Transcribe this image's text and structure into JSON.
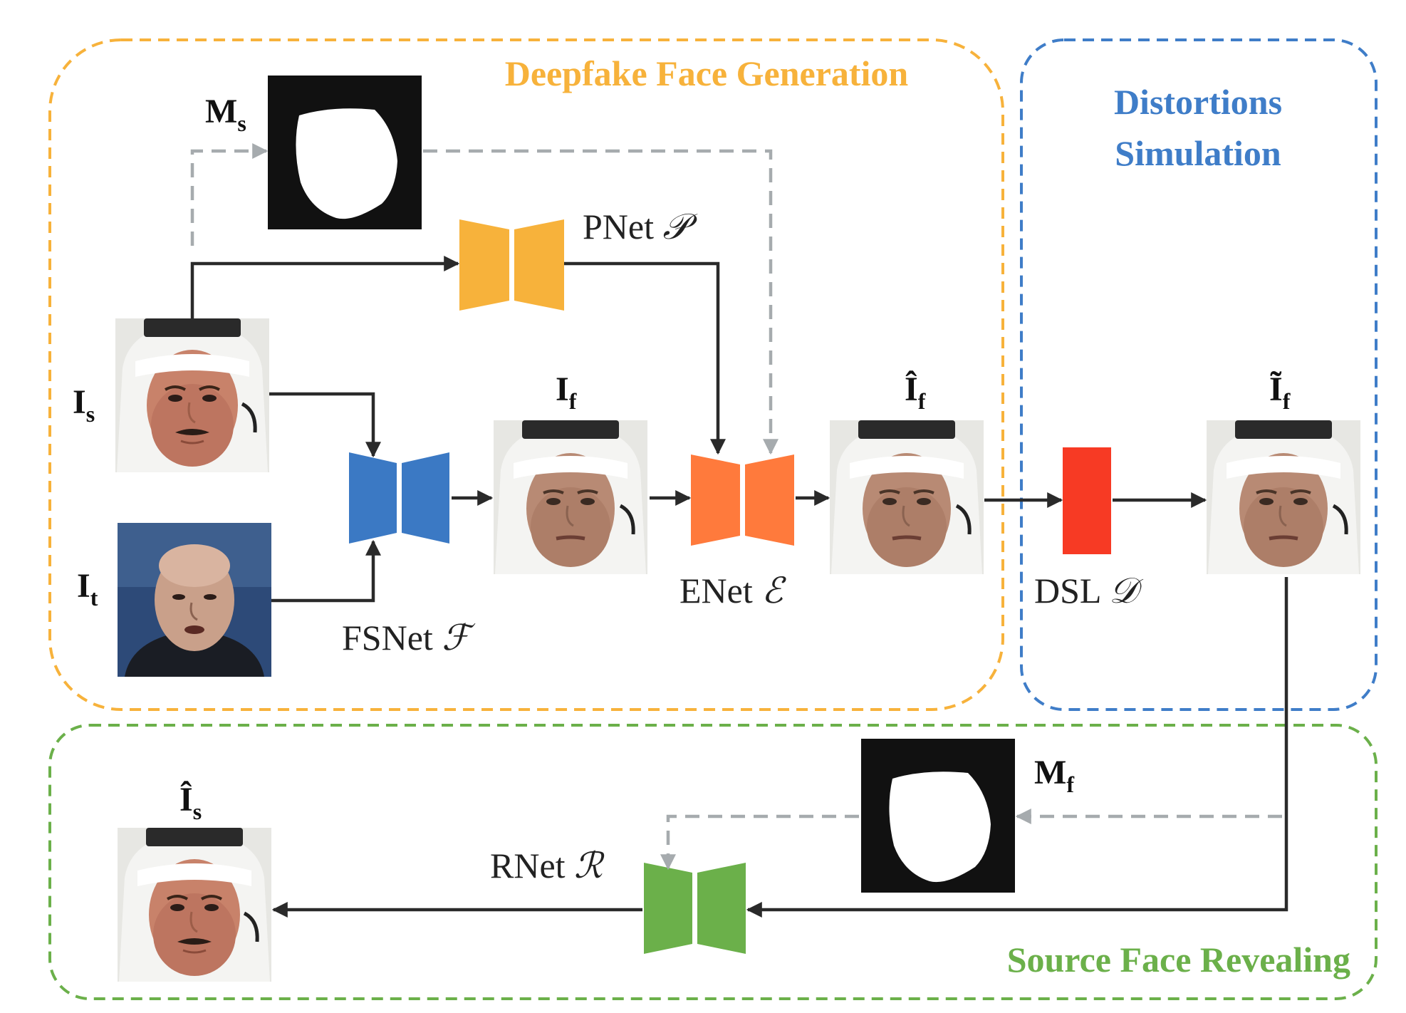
{
  "sections": {
    "generation": {
      "title": "Deepfake Face Generation",
      "color": "#F7B23B"
    },
    "distortion": {
      "title_line1": "Distortions",
      "title_line2": "Simulation",
      "color": "#3F7DC8"
    },
    "revealing": {
      "title": "Source Face Revealing",
      "color": "#6BB04A"
    }
  },
  "networks": {
    "pnet": {
      "label": "PNet",
      "symbol": "𝒫",
      "color": "#F7B23B",
      "icon": "encoder-decoder-icon"
    },
    "fsnet": {
      "label": "FSNet",
      "symbol": "ℱ",
      "color": "#3B79C4",
      "icon": "encoder-decoder-icon"
    },
    "enet": {
      "label": "ENet",
      "symbol": "ℰ",
      "color": "#FF7A3C",
      "icon": "encoder-decoder-icon"
    },
    "dsl": {
      "label": "DSL",
      "symbol": "𝒟",
      "color": "#F73A24",
      "icon": "distortion-layer-icon"
    },
    "rnet": {
      "label": "RNet",
      "symbol": "ℛ",
      "color": "#6BB04A",
      "icon": "encoder-decoder-icon"
    }
  },
  "variables": {
    "ms": {
      "base": "M",
      "sub": "s"
    },
    "mf": {
      "base": "M",
      "sub": "f"
    },
    "is": {
      "base": "I",
      "sub": "s"
    },
    "it": {
      "base": "I",
      "sub": "t"
    },
    "if": {
      "base": "I",
      "sub": "f"
    },
    "if_hat": {
      "base": "Î",
      "sub": "f"
    },
    "if_tilde": {
      "base": "Ĩ",
      "sub": "f"
    },
    "is_hat": {
      "base": "Î",
      "sub": "s"
    }
  },
  "images": {
    "source_face": {
      "icon": "source-face-photo-icon"
    },
    "target_face": {
      "icon": "target-face-photo-icon"
    },
    "face_mask": {
      "icon": "face-mask-icon"
    }
  },
  "colors": {
    "arrow": "#2A2A2A",
    "dashed_arrow": "#A6ABAE"
  }
}
